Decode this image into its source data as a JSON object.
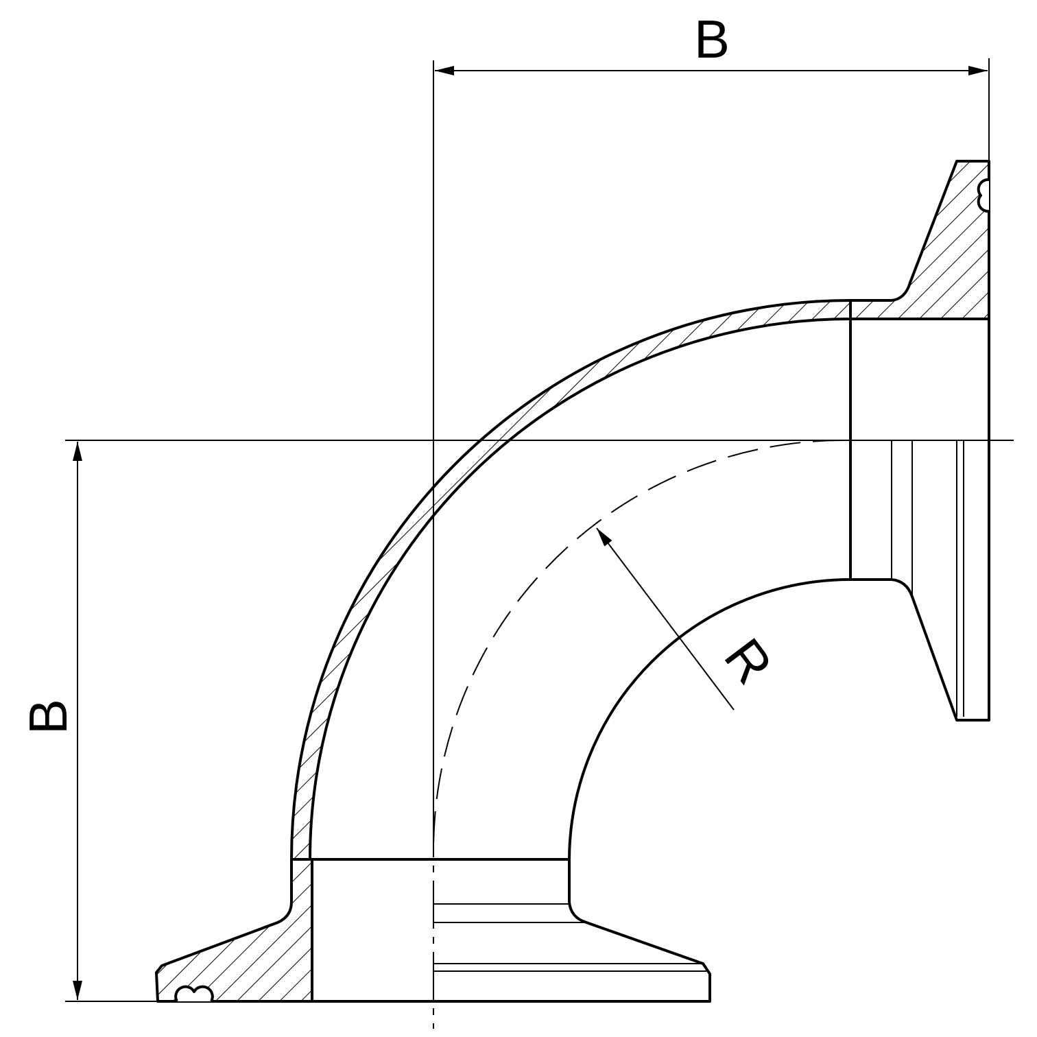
{
  "drawing": {
    "dimension_top_label": "B",
    "dimension_left_label": "B",
    "radius_label": "R",
    "line_color": "#000000",
    "background": "#ffffff"
  }
}
